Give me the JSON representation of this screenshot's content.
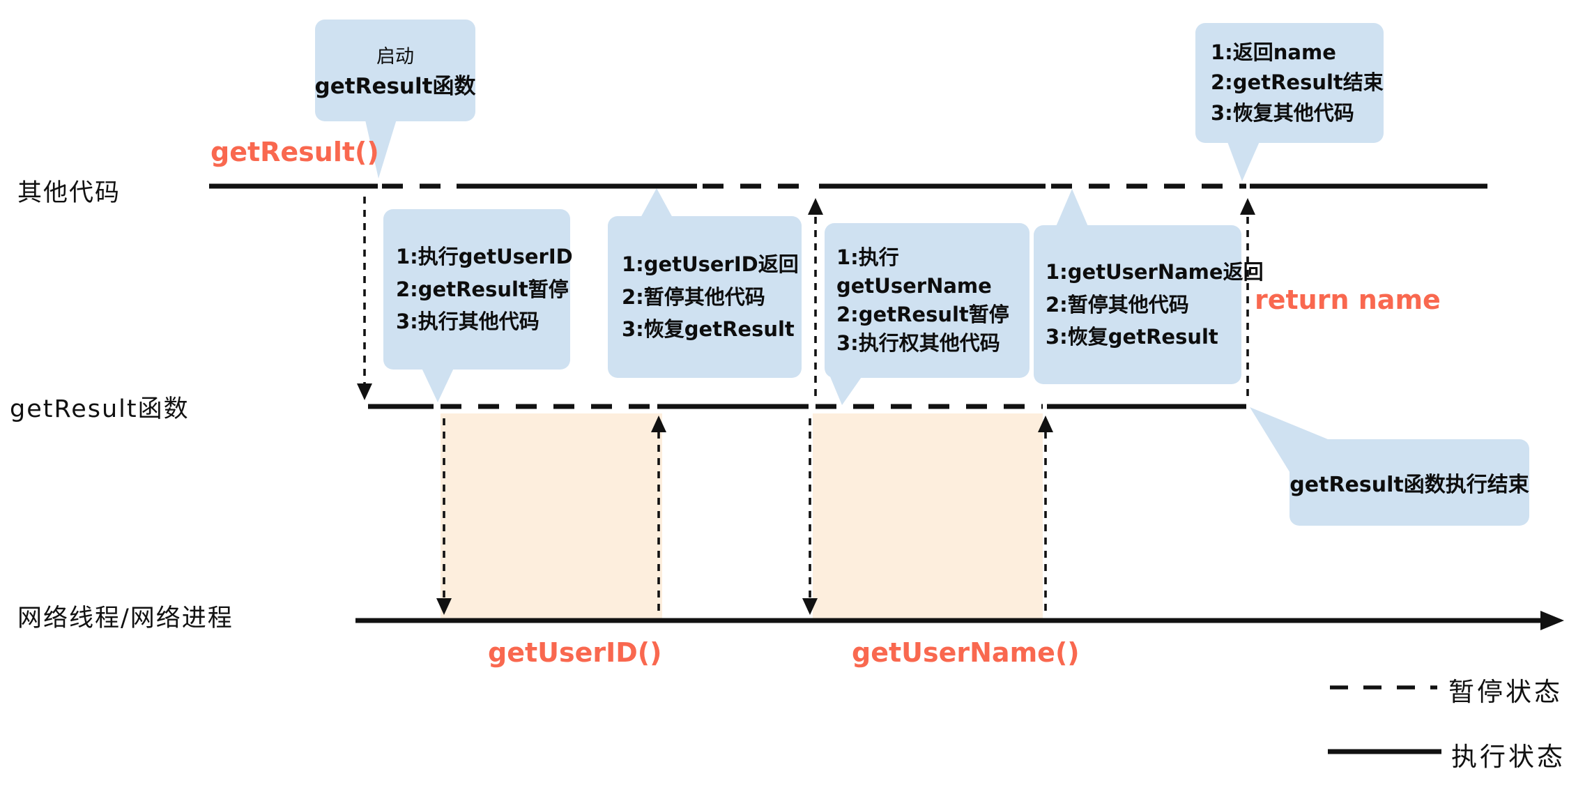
{
  "colors": {
    "callout_bg": "#cfe1f1",
    "network_bg": "#fdeedd",
    "accent_red": "#f9684f",
    "line": "#111111"
  },
  "lanes": {
    "other_code": "其他代码",
    "get_result_fn": "getResult函数",
    "network": "网络线程/网络进程"
  },
  "calls": {
    "get_result": "getResult()",
    "get_user_id": "getUserID()",
    "get_user_name": "getUserName()",
    "return_name": "return name"
  },
  "callouts": {
    "start": {
      "line1": "启动",
      "line2": "getResult函数"
    },
    "step1": {
      "lines": [
        "1:执行getUserID",
        "2:getResult暂停",
        "3:执行其他代码"
      ]
    },
    "step2": {
      "lines": [
        "1:getUserID返回",
        "2:暂停其他代码",
        "3:恢复getResult"
      ]
    },
    "step3": {
      "lines": [
        "1:执行",
        "getUserName",
        "2:getResult暂停",
        "3:执行权其他代码"
      ]
    },
    "step4": {
      "lines": [
        "1:getUserName返回",
        "2:暂停其他代码",
        "3:恢复getResult"
      ]
    },
    "finish_top": {
      "lines": [
        "1:返回name",
        "2:getResult结束",
        "3:恢复其他代码"
      ]
    },
    "end": {
      "text": "getResult函数执行结束"
    }
  },
  "legend": {
    "paused": "暂停状态",
    "executing": "执行状态"
  }
}
